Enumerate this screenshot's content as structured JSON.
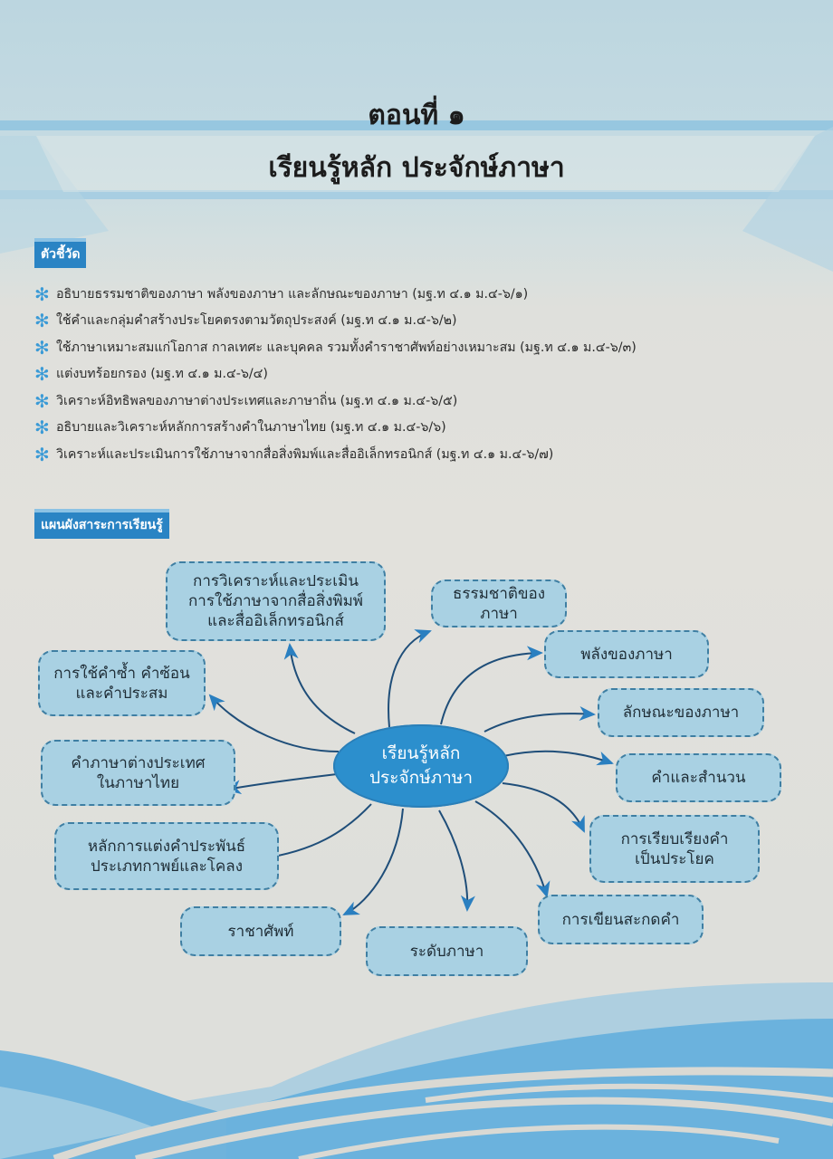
{
  "header": {
    "part_label": "ตอนที่ ๑",
    "title": "เรียนรู้หลัก ประจักษ์ภาษา"
  },
  "indicators": {
    "heading": "ตัวชี้วัด",
    "bullet_icon": "asterisk-icon",
    "items": [
      {
        "text": "อธิบายธรรมชาติของภาษา พลังของภาษา และลักษณะของภาษา (มฐ.ท ๔.๑ ม.๔-๖/๑)"
      },
      {
        "text": "ใช้คำและกลุ่มคำสร้างประโยคตรงตามวัตถุประสงค์ (มฐ.ท ๔.๑ ม.๔-๖/๒)"
      },
      {
        "text": "ใช้ภาษาเหมาะสมแก่โอกาส กาลเทศะ และบุคคล รวมทั้งคำราชาศัพท์อย่างเหมาะสม (มฐ.ท ๔.๑ ม.๔-๖/๓)"
      },
      {
        "text": "แต่งบทร้อยกรอง (มฐ.ท ๔.๑ ม.๔-๖/๔)"
      },
      {
        "text": "วิเคราะห์อิทธิพลของภาษาต่างประเทศและภาษาถิ่น (มฐ.ท ๔.๑ ม.๔-๖/๕)"
      },
      {
        "text": "อธิบายและวิเคราะห์หลักการสร้างคำในภาษาไทย (มฐ.ท ๔.๑ ม.๔-๖/๖)"
      },
      {
        "text": "วิเคราะห์และประเมินการใช้ภาษาจากสื่อสิ่งพิมพ์และสื่ออิเล็กทรอนิกส์ (มฐ.ท ๔.๑ ม.๔-๖/๗)"
      }
    ]
  },
  "concept_map": {
    "heading": "แผนผังสาระการเรียนรู้",
    "center": {
      "line1": "เรียนรู้หลัก",
      "line2": "ประจักษ์ภาษา"
    },
    "nodes": [
      {
        "text": "ธรรมชาติของภาษา"
      },
      {
        "text": "พลังของภาษา"
      },
      {
        "text": "ลักษณะของภาษา"
      },
      {
        "text": "คำและสำนวน"
      },
      {
        "text": "การเรียบเรียงคำ\nเป็นประโยค"
      },
      {
        "text": "การเขียนสะกดคำ"
      },
      {
        "text": "ระดับภาษา"
      },
      {
        "text": "ราชาศัพท์"
      },
      {
        "text": "หลักการแต่งคำประพันธ์\nประเภทกาพย์และโคลง"
      },
      {
        "text": "คำภาษาต่างประเทศ\nในภาษาไทย"
      },
      {
        "text": "การใช้คำซ้ำ คำซ้อน\nและคำประสม"
      },
      {
        "text": "การวิเคราะห์และประเมิน\nการใช้ภาษาจากสื่อสิ่งพิมพ์\nและสื่ออิเล็กทรอนิกส์"
      }
    ]
  },
  "colors": {
    "accent_blue": "#2a84c4",
    "node_fill": "#a9d1e3",
    "node_border": "#3f7fa3",
    "center_fill": "#2c8fcd",
    "arrow": "#1f4e79",
    "bullet": "#3a9ad6"
  }
}
